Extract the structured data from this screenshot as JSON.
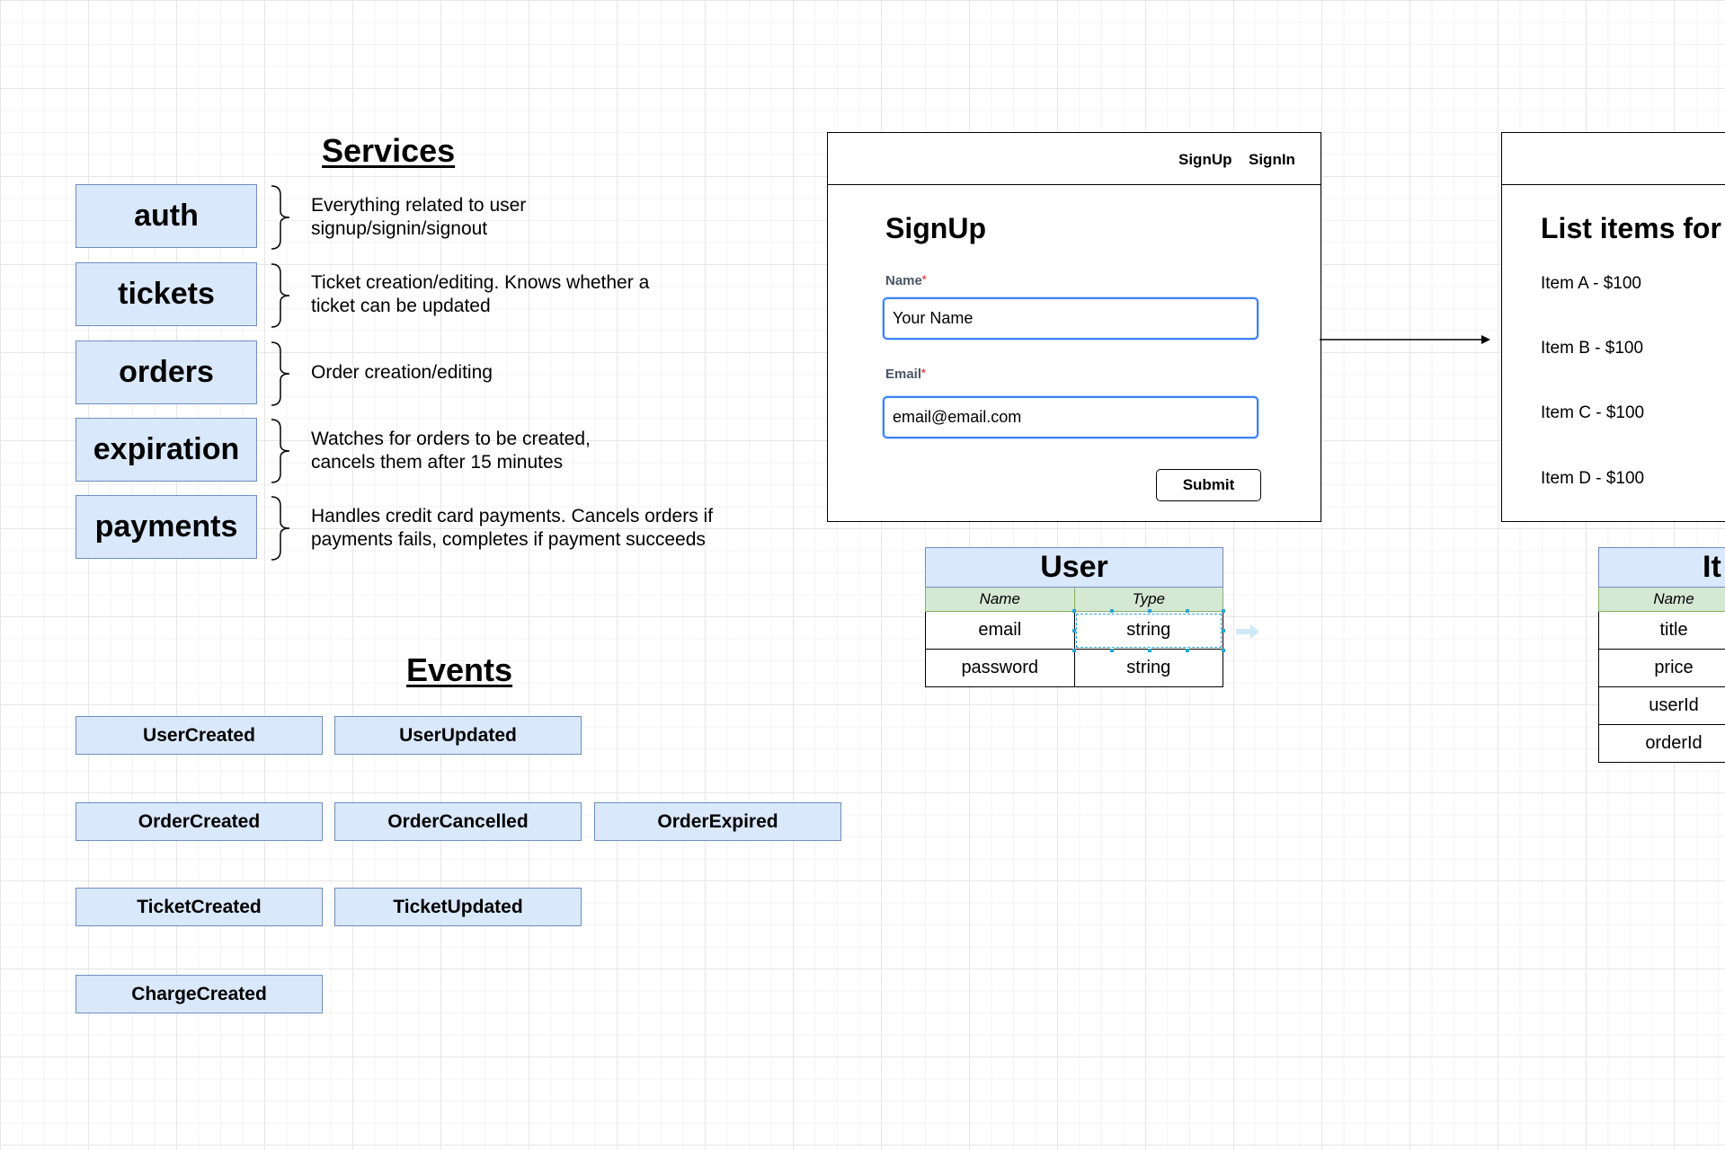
{
  "services": {
    "heading": "Services",
    "items": [
      {
        "name": "auth",
        "description_lines": [
          "Everything related to user",
          "signup/signin/signout"
        ]
      },
      {
        "name": "tickets",
        "description_lines": [
          "Ticket creation/editing.  Knows whether a",
          "ticket can be updated"
        ]
      },
      {
        "name": "orders",
        "description_lines": [
          "Order creation/editing"
        ]
      },
      {
        "name": "expiration",
        "description_lines": [
          "Watches for orders to be created,",
          "cancels them after 15 minutes"
        ]
      },
      {
        "name": "payments",
        "description_lines": [
          "Handles credit card payments.  Cancels orders if",
          "payments fails, completes if payment succeeds"
        ]
      }
    ]
  },
  "events": {
    "heading": "Events",
    "items": [
      "UserCreated",
      "UserUpdated",
      "OrderCreated",
      "OrderCancelled",
      "OrderExpired",
      "TicketCreated",
      "TicketUpdated",
      "ChargeCreated"
    ]
  },
  "signup_mockup": {
    "nav": [
      "SignUp",
      "SignIn"
    ],
    "title": "SignUp",
    "name_label": "Name",
    "name_value": "Your Name",
    "email_label": "Email",
    "email_value": "email@email.com",
    "required_mark": "*",
    "submit_label": "Submit"
  },
  "list_mockup": {
    "title": "List items for",
    "items": [
      "Item A - $100",
      "Item B - $100",
      "Item C - $100",
      "Item D - $100"
    ]
  },
  "user_table": {
    "title": "User",
    "columns": [
      "Name",
      "Type"
    ],
    "rows": [
      [
        "email",
        "string"
      ],
      [
        "password",
        "string"
      ]
    ]
  },
  "item_table": {
    "title": "It",
    "columns": [
      "Name"
    ],
    "rows": [
      [
        "title"
      ],
      [
        "price"
      ],
      [
        "userId"
      ],
      [
        "orderId"
      ]
    ]
  },
  "colors": {
    "box_fill": "#dae8fc",
    "box_stroke": "#6c8ebf",
    "header_fill": "#d5e8d4",
    "header_stroke": "#82b366",
    "input_focus": "#3b82f6",
    "required": "#e53e3e"
  }
}
